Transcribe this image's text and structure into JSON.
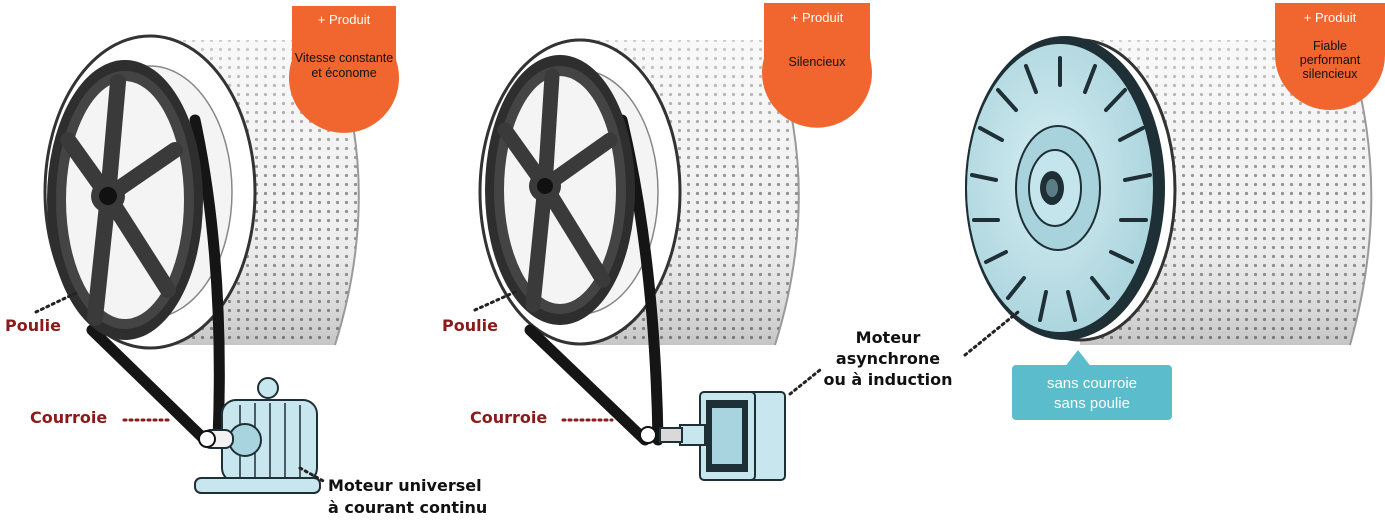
{
  "colors": {
    "badge": "#f0662e",
    "label_red": "#8b1a1a",
    "callout": "#5bbccb",
    "drum": "#e6e6e6",
    "pulley": "#3a3a3a",
    "motor": "#c8e6ee"
  },
  "panels": [
    {
      "badge": {
        "prefix": "+ Produit",
        "lines": [
          "Vitesse constante",
          "et économe"
        ]
      },
      "labels": {
        "pulley": "Poulie",
        "belt": "Courroie",
        "motor_lines": [
          "Moteur universel",
          "à courant continu"
        ]
      }
    },
    {
      "badge": {
        "prefix": "+ Produit",
        "lines": [
          "Silencieux"
        ]
      },
      "labels": {
        "pulley": "Poulie",
        "belt": "Courroie",
        "motor_lines": [
          "Moteur",
          "asynchrone",
          "ou à induction"
        ]
      }
    },
    {
      "badge": {
        "prefix": "+ Produit",
        "lines": [
          "Fiable",
          "performant",
          "silencieux"
        ]
      },
      "callout": [
        "sans courroie",
        "sans poulie"
      ]
    }
  ]
}
